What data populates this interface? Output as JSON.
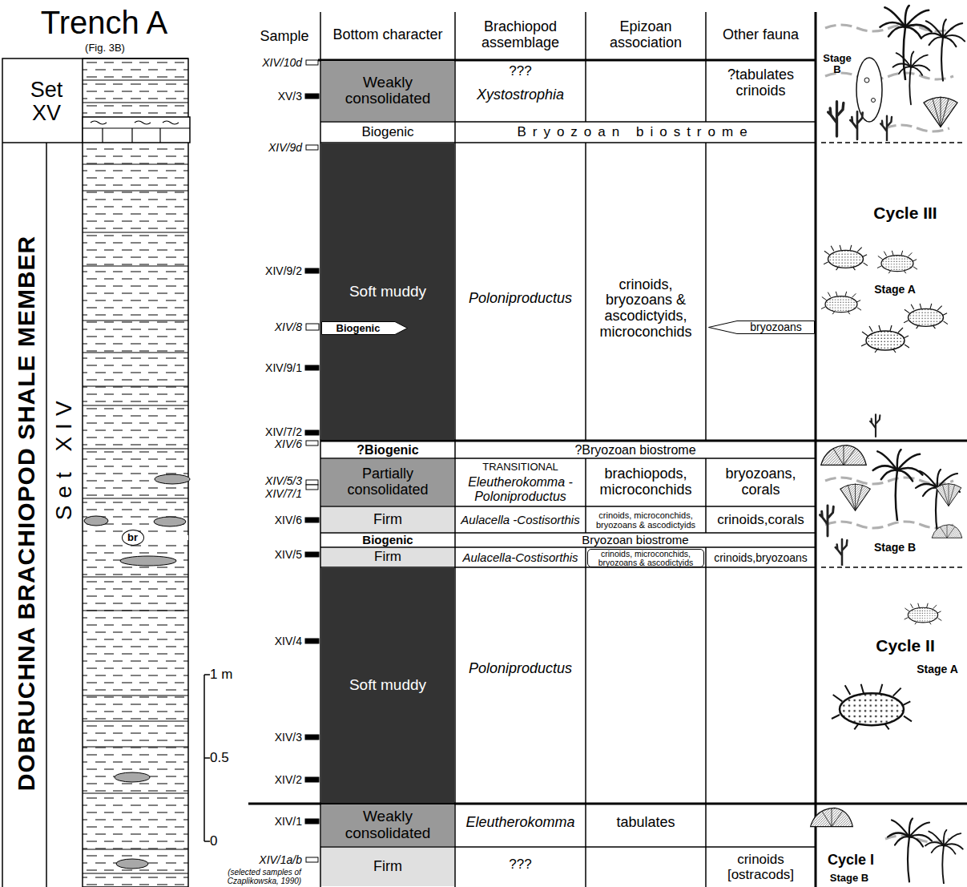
{
  "diagram": {
    "title": "Trench A",
    "nodes": [
      {
        "text": [
          "br"
        ]
      },
      {
        "text": [
          "Weakly consolidated"
        ]
      },
      {
        "text": [
          "Soft muddy"
        ]
      },
      {
        "text": [
          "Biogenic"
        ],
        "in": 2
      },
      {
        "text": [
          "bryozoans"
        ]
      },
      {
        "text": [
          "Partially consolidated"
        ]
      },
      {
        "text": [
          "Firm"
        ]
      },
      {
        "text": [
          "Firm"
        ]
      },
      {
        "text": [
          "crinoids, microconchids, bryozoans & ascodictyids"
        ]
      },
      {
        "text": [
          "Soft muddy"
        ]
      },
      {
        "text": [
          "Weakly consolidated"
        ]
      },
      {
        "text": [
          "Firm"
        ]
      }
    ],
    "labels": [
      "(Fig. 3B)",
      "Set XV",
      "DOBRUCHNA BRACHIOPOD SHALE MEMBER",
      "Set XIV",
      "1 m",
      "0.5",
      "0",
      "Sample",
      "Bottom character",
      "Brachiopod assemblage",
      "Epizoan association",
      "Other fauna",
      "XIV/10d",
      "XV/3",
      "XIV/9d",
      "XIV/9/2",
      "XIV/8",
      "XIV/9/1",
      "XIV/7/2",
      "XIV/6",
      "XIV/5/3",
      "XIV/7/1",
      "XIV/6",
      "XIV/5",
      "XIV/4",
      "XIV/3",
      "XIV/2",
      "XIV/1",
      "XIV/1a/b",
      "(selected samples of Czaplikowska, 1990)",
      "???",
      "Xystostrophia",
      "?tabulates crinoids",
      "Biogenic",
      "Bryozoan biostrome",
      "Poloniproductus",
      "crinoids, bryozoans & ascodictyids, microconchids",
      "?Biogenic",
      "?Bryozoan biostrome",
      "TRANSITIONAL",
      "Eleutherokomma -Poloniproductus",
      "brachiopods, microconchids",
      "bryozoans, corals",
      "Aulacella -Costisorthis",
      "crinoids, microconchids, bryozoans & ascodictyids",
      "crinoids,corals",
      "Biogenic",
      "Bryozoan biostrome",
      "Aulacella-Costisorthis",
      "crinoids,bryozoans",
      "Poloniproductus",
      "Eleutherokomma",
      "tabulates",
      "???",
      "crinoids [ostracods]",
      "Stage B",
      "Cycle III",
      "Stage A",
      "Stage B",
      "Cycle II",
      "Stage A",
      "Cycle I",
      "Stage B"
    ]
  }
}
